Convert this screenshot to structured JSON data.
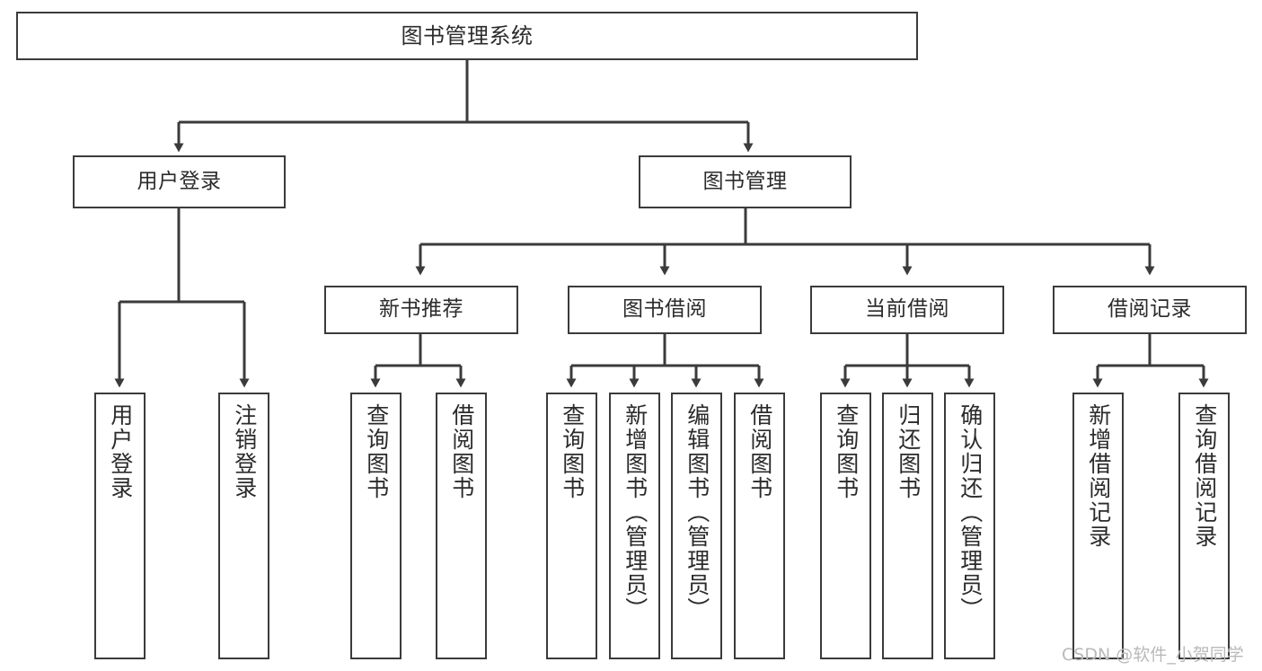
{
  "diagram": {
    "type": "tree-hierarchy",
    "title": "图书管理系统",
    "root": {
      "id": "root",
      "label": "图书管理系统"
    },
    "level2": [
      {
        "id": "user-login",
        "label": "用户登录"
      },
      {
        "id": "book-manage",
        "label": "图书管理"
      }
    ],
    "level3": [
      {
        "id": "new-book-rec",
        "label": "新书推荐",
        "parent": "book-manage"
      },
      {
        "id": "book-borrow",
        "label": "图书借阅",
        "parent": "book-manage"
      },
      {
        "id": "current-borrow",
        "label": "当前借阅",
        "parent": "book-manage"
      },
      {
        "id": "borrow-record",
        "label": "借阅记录",
        "parent": "book-manage"
      }
    ],
    "leaves": [
      {
        "id": "leaf-user-login",
        "label": "用户登录",
        "parent": "user-login"
      },
      {
        "id": "leaf-logout",
        "label": "注销登录",
        "parent": "user-login"
      },
      {
        "id": "leaf-query-book-1",
        "label": "查询图书",
        "parent": "new-book-rec"
      },
      {
        "id": "leaf-borrow-book-1",
        "label": "借阅图书",
        "parent": "new-book-rec"
      },
      {
        "id": "leaf-query-book-2",
        "label": "查询图书",
        "parent": "book-borrow"
      },
      {
        "id": "leaf-add-book",
        "label": "新增图书（管理员）",
        "parent": "book-borrow"
      },
      {
        "id": "leaf-edit-book",
        "label": "编辑图书（管理员）",
        "parent": "book-borrow"
      },
      {
        "id": "leaf-borrow-book-2",
        "label": "借阅图书",
        "parent": "book-borrow"
      },
      {
        "id": "leaf-query-book-3",
        "label": "查询图书",
        "parent": "current-borrow"
      },
      {
        "id": "leaf-return-book",
        "label": "归还图书",
        "parent": "current-borrow"
      },
      {
        "id": "leaf-confirm-return",
        "label": "确认归还（管理员）",
        "parent": "current-borrow"
      },
      {
        "id": "leaf-add-record",
        "label": "新增借阅记录",
        "parent": "borrow-record"
      },
      {
        "id": "leaf-query-record",
        "label": "查询借阅记录",
        "parent": "borrow-record"
      }
    ],
    "colors": {
      "stroke": "#3b3b3b",
      "fill": "#ffffff",
      "text": "#2b2b2b",
      "watermark": "#b9b9b9"
    }
  },
  "watermark": {
    "text": "CSDN @软件_小贺同学"
  }
}
